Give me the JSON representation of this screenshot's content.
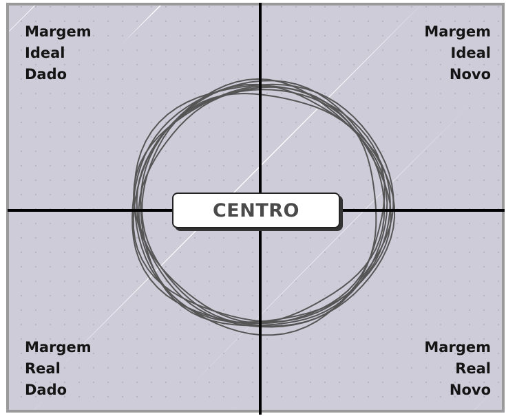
{
  "quadrants": {
    "top_left": {
      "line1": "Margem",
      "line2": "Ideal",
      "line3": "Dado"
    },
    "top_right": {
      "line1": "Margem",
      "line2": "Ideal",
      "line3": "Novo"
    },
    "bottom_left": {
      "line1": "Margem",
      "line2": "Real",
      "line3": "Dado"
    },
    "bottom_right": {
      "line1": "Margem",
      "line2": "Real",
      "line3": "Novo"
    }
  },
  "center": {
    "label": "CENTRO"
  },
  "colors": {
    "hatch": "#cfccd9",
    "frame": "#9a9a9a",
    "axes": "#000000",
    "circle": "#555555",
    "dots": "#b9b6c4"
  }
}
